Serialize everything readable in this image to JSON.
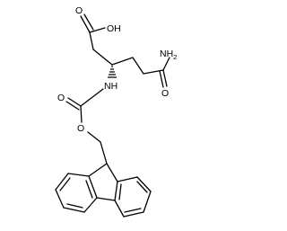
{
  "molecule": {
    "atom_labels": {
      "acid_oh": "OH",
      "acid_o": "O",
      "amide_n": "NH",
      "amide_n_sub": "2",
      "amide_o": "O",
      "carbamate_nh": "NH",
      "carbamate_o_double": "O",
      "carbamate_o_ether": "O"
    },
    "stereo": {
      "type": "hashed-wedge",
      "from": "stereocenter",
      "to": "carbamate-nh"
    },
    "colors": {
      "bond": "#000000",
      "background": "#ffffff"
    }
  }
}
